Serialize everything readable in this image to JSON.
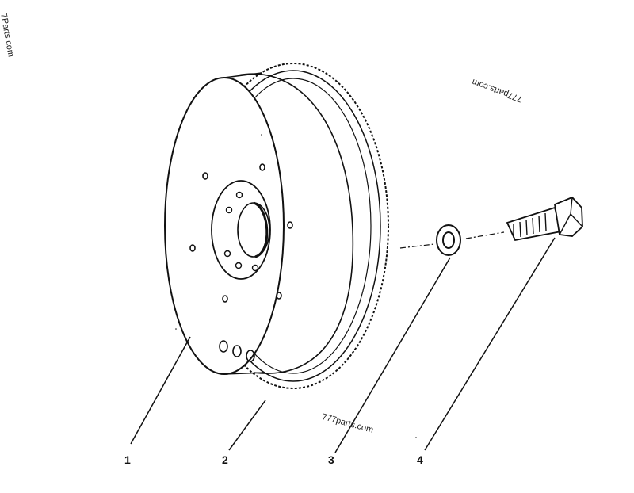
{
  "watermarks": [
    "7Parts.com",
    "777parts.com",
    "777parts.com"
  ],
  "callouts": [
    "1",
    "2",
    "3",
    "4"
  ],
  "colors": {
    "line": "#111111",
    "background": "#ffffff"
  },
  "parts": [
    {
      "callout": "1",
      "icon": "flywheel-icon"
    },
    {
      "callout": "2",
      "icon": "ring-gear-icon"
    },
    {
      "callout": "3",
      "icon": "washer-icon"
    },
    {
      "callout": "4",
      "icon": "bolt-icon"
    }
  ]
}
